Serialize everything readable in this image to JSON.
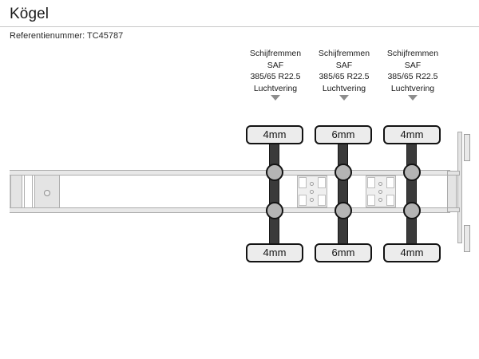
{
  "header": {
    "title": "Kögel",
    "reference_label": "Referentienummer:",
    "reference_value": "TC45787",
    "reference_line": "Referentienummer: TC45787"
  },
  "diagram": {
    "type": "trailer-axle-schematic",
    "vehicle": "Kögel",
    "axle_count": 3,
    "axles": [
      {
        "index": 1,
        "brake_type": "Schijfremmen",
        "make": "SAF",
        "tyre_size": "385/65 R22.5",
        "suspension": "Luchtvering",
        "arrow": "down-triangle",
        "tread_top": "4mm",
        "tread_bottom": "4mm"
      },
      {
        "index": 2,
        "brake_type": "Schijfremmen",
        "make": "SAF",
        "tyre_size": "385/65 R22.5",
        "suspension": "Luchtvering",
        "arrow": "down-triangle",
        "tread_top": "6mm",
        "tread_bottom": "6mm"
      },
      {
        "index": 3,
        "brake_type": "Schijfremmen",
        "make": "SAF",
        "tyre_size": "385/65 R22.5",
        "suspension": "Luchtvering",
        "arrow": "down-triangle",
        "tread_top": "4mm",
        "tread_bottom": "4mm"
      }
    ]
  },
  "colors": {
    "background": "#ffffff",
    "text": "#1a1a1a",
    "rule": "#c9c9c9",
    "axle_dark": "#3a3a3a",
    "hub_gray": "#b4b4b4",
    "callout_fill": "#ececec",
    "callout_border": "#131313",
    "chassis_fill": "#e8e8e8",
    "chassis_border": "#adadad",
    "arrow_gray": "#8d8d8d"
  }
}
